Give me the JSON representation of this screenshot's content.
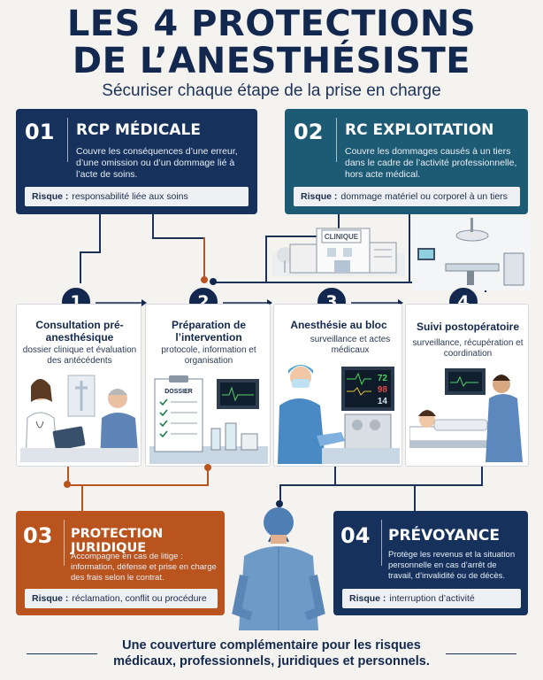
{
  "title_line1": "LES 4 PROTECTIONS",
  "title_line2": "DE L’ANESTHÉSISTE",
  "subtitle": "Sécuriser chaque étape de la prise en charge",
  "cards": [
    {
      "num": "01",
      "title": "RCP MÉDICALE",
      "desc": "Couvre les conséquences d’une erreur, d’une omission ou d’un dommage lié à l’acte de soins.",
      "risk_label": "Risque :",
      "risk_text": "responsabilité liée aux soins",
      "color": "#15315c"
    },
    {
      "num": "02",
      "title": "RC EXPLOITATION",
      "desc": "Couvre les dommages causés à un tiers dans le cadre de l’activité professionnelle, hors acte médical.",
      "risk_label": "Risque :",
      "risk_text": "dommage matériel ou corporel à un tiers",
      "color": "#1d5a73"
    },
    {
      "num": "03",
      "title": "PROTECTION JURIDIQUE",
      "desc": "Accompagne en cas de litige : information, défense et prise en charge des frais selon le contrat.",
      "risk_label": "Risque :",
      "risk_text": "réclamation, conflit ou procédure",
      "color": "#b9541f"
    },
    {
      "num": "04",
      "title": "PRÉVOYANCE",
      "desc": "Protège les revenus et la situation personnelle en cas d’arrêt de travail, d’invalidité ou de décès.",
      "risk_label": "Risque :",
      "risk_text": "interruption d’activité",
      "color": "#15315c"
    }
  ],
  "clinic_sign": "CLINIQUE",
  "steps": [
    {
      "num": "1",
      "title": "Consultation pré-anesthésique",
      "desc": "dossier clinique et évaluation des antécédents"
    },
    {
      "num": "2",
      "title": "Préparation de l’intervention",
      "desc": "protocole, information et organisation"
    },
    {
      "num": "3",
      "title": "Anesthésie au bloc",
      "desc": "surveillance et actes médicaux"
    },
    {
      "num": "4",
      "title": "Suivi postopératoire",
      "desc": "surveillance, récupération et coordination"
    }
  ],
  "dossier_label": "DOSSIER",
  "monitor_values": [
    "72",
    "98",
    "14"
  ],
  "footer": "Une couverture complémentaire pour les risques médicaux, professionnels, juridiques et personnels.",
  "colors": {
    "navy": "#13284e",
    "teal": "#1d5a73",
    "orange": "#b9541f",
    "background": "#f4f3ef"
  },
  "icons": [
    "doctor-consultation-illustration",
    "checklist-illustration",
    "operating-room-illustration",
    "recovery-room-illustration",
    "clinic-building-illustration",
    "anesthesiologist-back-illustration"
  ]
}
